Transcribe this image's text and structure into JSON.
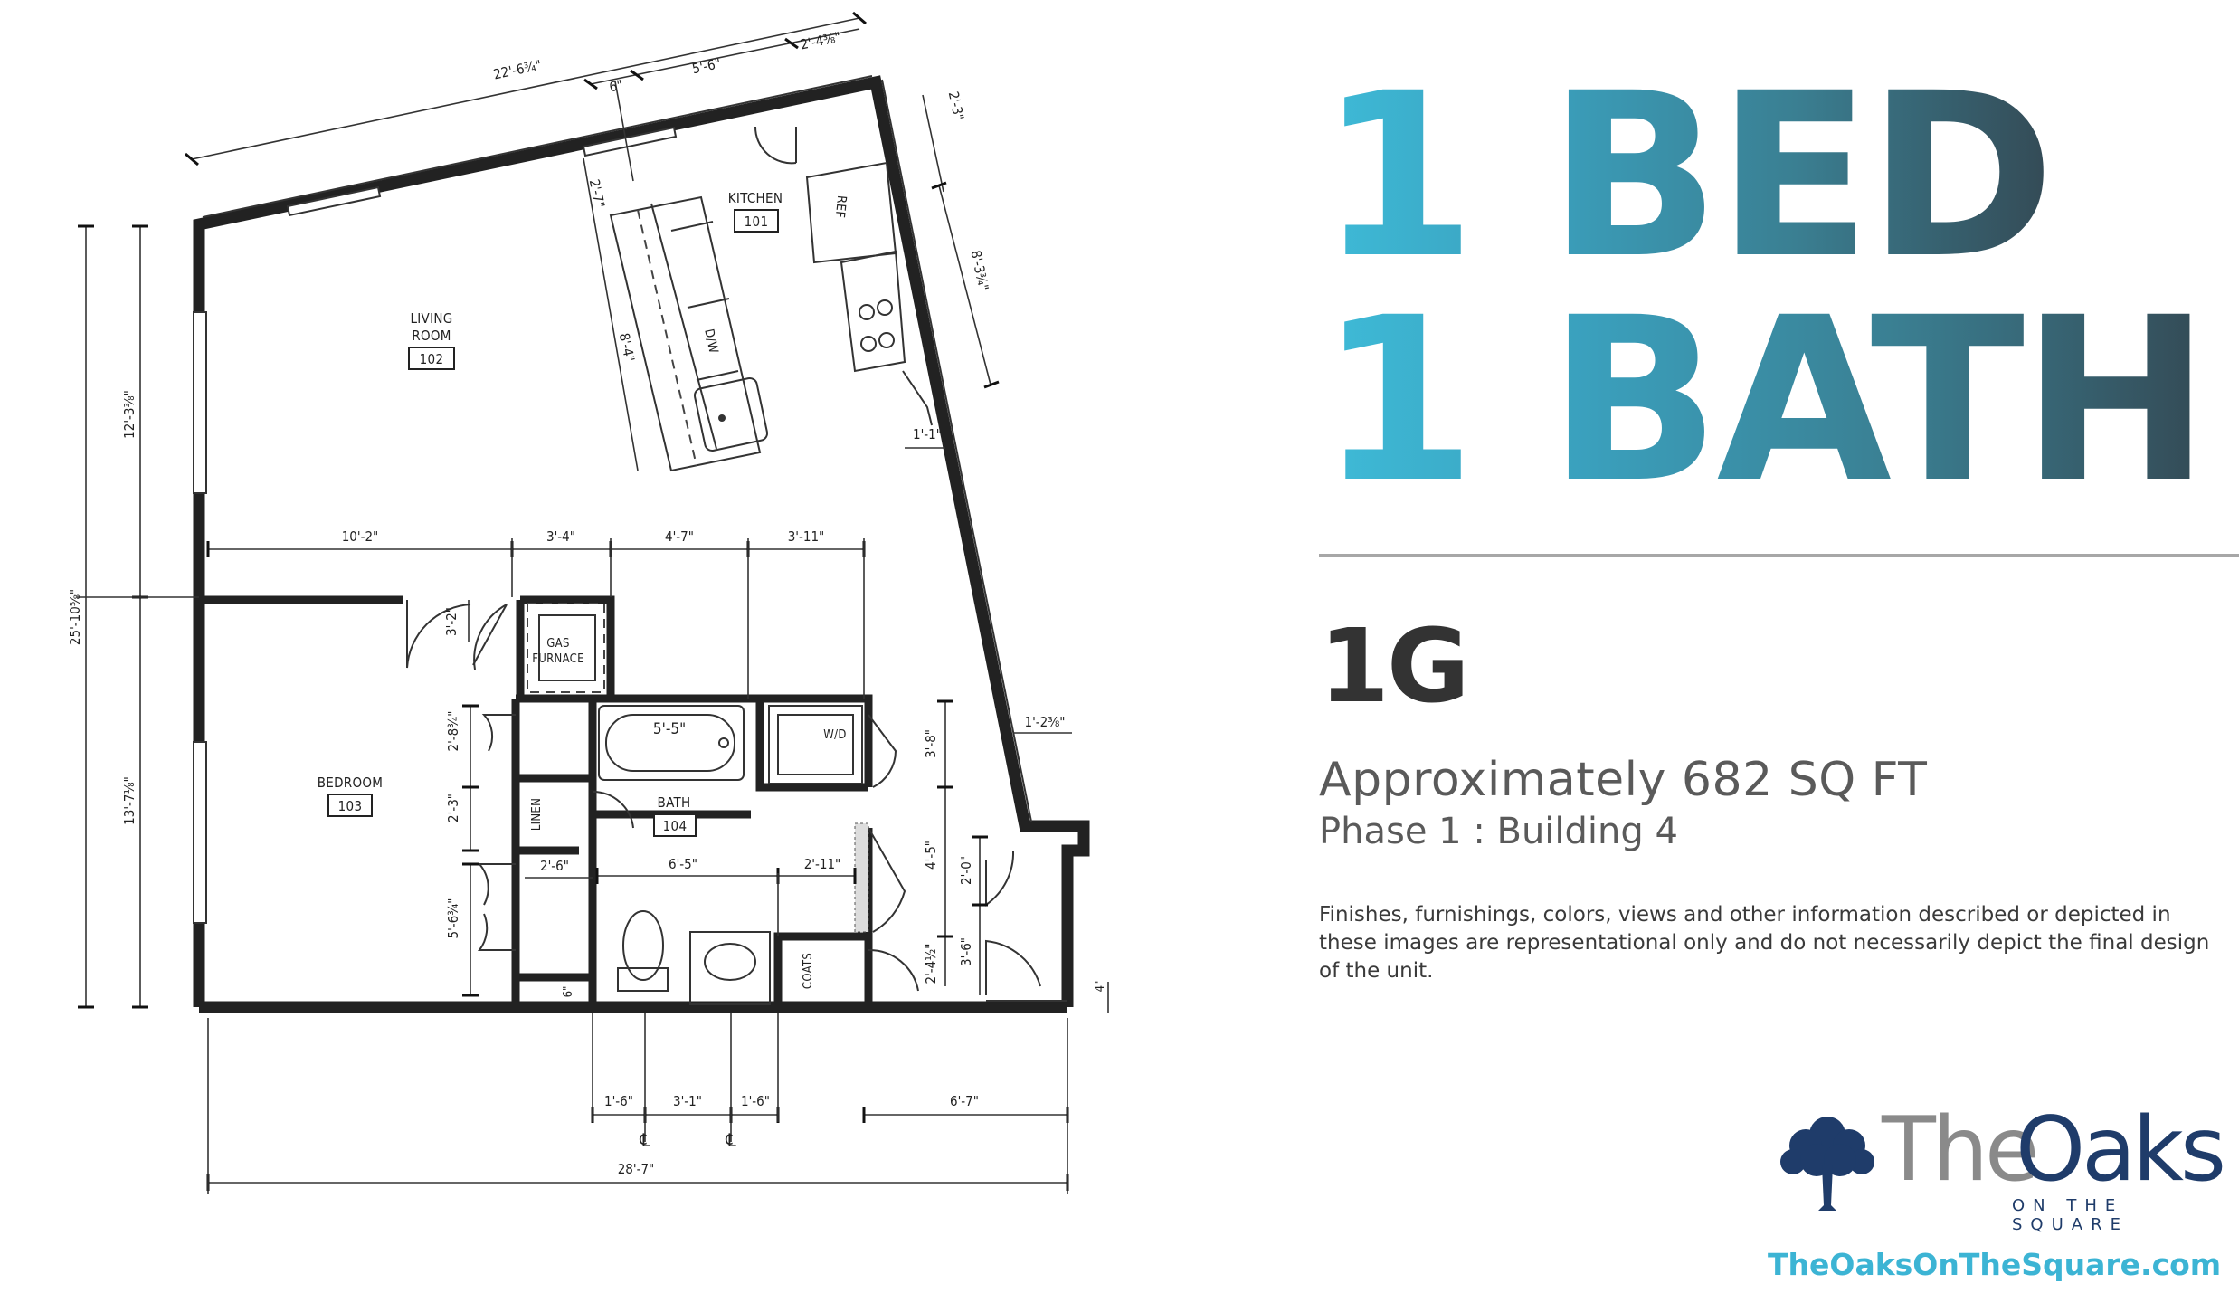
{
  "headline": {
    "line1": "1 BED",
    "line2": "1 BATH"
  },
  "unit": {
    "code": "1G",
    "area": "Approximately 682 SQ FT",
    "phase": "Phase 1 : Building 4",
    "disclaimer": "Finishes, furnishings, colors, views and other information described or depicted in these images are representational only and do not necessarily depict the final design of the unit."
  },
  "brand": {
    "logo_the": "The",
    "logo_oaks": "Oaks",
    "logo_sub": "ON THE SQUARE",
    "website": "TheOaksOnTheSquare.com",
    "colors": {
      "accent": "#3cb4d4",
      "navy": "#1f3c6a",
      "gray": "#8a8a8a"
    }
  },
  "floorplan": {
    "rooms": [
      {
        "name_line1": "LIVING",
        "name_line2": "ROOM",
        "number": "102"
      },
      {
        "name_line1": "KITCHEN",
        "name_line2": "",
        "number": "101"
      },
      {
        "name_line1": "BEDROOM",
        "name_line2": "",
        "number": "103"
      },
      {
        "name_line1": "BATH",
        "name_line2": "",
        "number": "104"
      }
    ],
    "fixtures": {
      "furnace_line1": "GAS",
      "furnace_line2": "FURNACE",
      "washer_dryer": "W/D",
      "linen": "LINEN",
      "coats": "COATS",
      "refrigerator": "REF",
      "dishwasher": "D/W",
      "tub": "5'-5\""
    },
    "dimensions": {
      "top_overall": "22'-6¾\"",
      "top_6": "6\"",
      "top_5_6": "5'-6\"",
      "top_2_4": "2'-4⅜\"",
      "right_2_3": "2'-3\"",
      "right_8_3": "8'-3¾\"",
      "kitchen_2_7": "2'-7\"",
      "kitchen_8_4": "8'-4\"",
      "right_1_1": "1'-1\"",
      "left_overall": "25'-10⅝\"",
      "left_upper": "12'-3⅜\"",
      "left_lower": "13'-7⅛\"",
      "row_10_2": "10'-2\"",
      "row_3_4": "3'-4\"",
      "row_4_7": "4'-7\"",
      "row_3_11": "3'-11\"",
      "closet_3_2": "3'-2\"",
      "closet_2_8": "2'-8¾\"",
      "closet_2_3": "2'-3\"",
      "closet_5_6": "5'-6¾\"",
      "closet_2_6": "2'-6\"",
      "bath_6_5": "6'-5\"",
      "bath_2_11": "2'-11\"",
      "wd_3_8": "3'-8\"",
      "entry_4_5": "4'-5\"",
      "entry_2_0": "2'-0\"",
      "entry_3_6": "3'-6\"",
      "entry_2_4": "2'-4½\"",
      "entry_1_2": "1'-2⅜\"",
      "small_6": "6\"",
      "small_4": "4\"",
      "bottom_1_6a": "1'-6\"",
      "bottom_3_1": "3'-1\"",
      "bottom_1_6b": "1'-6\"",
      "bottom_6_7": "6'-7\"",
      "bottom_overall": "28'-7\"",
      "centerline": "℄"
    }
  }
}
